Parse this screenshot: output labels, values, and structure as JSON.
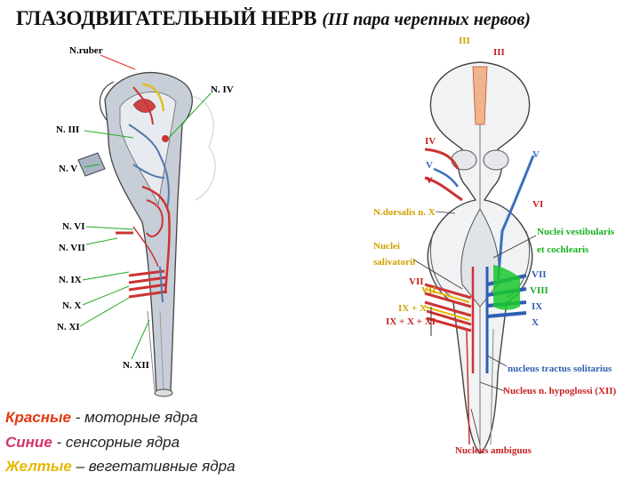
{
  "title": {
    "main": "ГЛАЗОДВИГАТЕЛЬНЫЙ НЕРВ",
    "sub": "(III пара черепных нервов)"
  },
  "left_figure": {
    "labels": [
      "N.ruber",
      "N. IV",
      "N. III",
      "N. V",
      "N. VI",
      "N. VII",
      "N. IX",
      "N. X",
      "N. XI",
      "N. XII"
    ]
  },
  "right_figure": {
    "labels": {
      "iii_top": "III",
      "iii_r": "III",
      "iv": "IV",
      "v_l1": "V",
      "v_l2": "V",
      "v_r": "V",
      "dorsalis": "N.dorsalis n. X",
      "vi": "VI",
      "vestib_1": "Nuclei vestibularis",
      "vestib_2": "et cochlearis",
      "saliv_1": "Nuclei",
      "saliv_2": "salivatorii",
      "vii_r": "VII",
      "viii": "VIII",
      "ix_r": "IX",
      "x_r": "X",
      "vii_l1": "VII",
      "vii_l2": "VII",
      "ixx_1": "IX + X",
      "ixx_2": "IX + X + XI",
      "tractus": "nucleus tractus solitarius",
      "hypoglossi": "Nucleus  n. hypoglossi (XII)",
      "ambiguus": "Nucleus ambiguus"
    }
  },
  "legend": [
    {
      "key": "Красные",
      "sep": " - ",
      "desc": "моторные ядра",
      "color": "#e03a10"
    },
    {
      "key": "Синие",
      "sep": " - ",
      "desc": "сенсорные ядра",
      "color": "#d4336b"
    },
    {
      "key": "Желтые",
      "sep": " – ",
      "desc": "вегетативные ядра",
      "color": "#e6b800"
    }
  ]
}
